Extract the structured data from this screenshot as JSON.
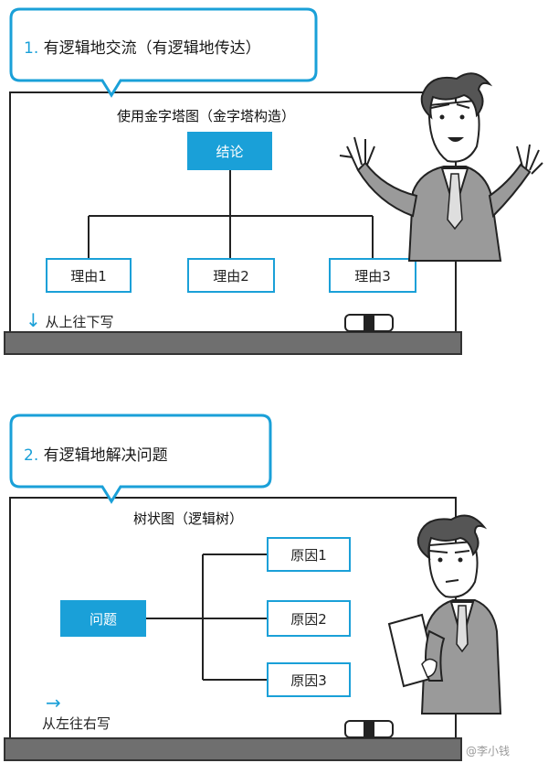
{
  "panel1": {
    "bubble_number": "1.",
    "bubble_text": "有逻辑地交流（有逻辑地传达）",
    "title": "使用金字塔图（金字塔构造）",
    "top_box": "结论",
    "reasons": [
      "理由1",
      "理由2",
      "理由3"
    ],
    "direction_arrow": "↓",
    "direction_note": "从上往下写"
  },
  "panel2": {
    "bubble_number": "2.",
    "bubble_text": "有逻辑地解决问题",
    "title": "树状图（逻辑树）",
    "root_box": "问题",
    "causes": [
      "原因1",
      "原因2",
      "原因3"
    ],
    "direction_arrow": "→",
    "direction_note": "从左往右写"
  },
  "watermark": "@李小钱",
  "colors": {
    "accent": "#1aa0d8",
    "ledge": "#6f6f6f",
    "line": "#222222"
  }
}
